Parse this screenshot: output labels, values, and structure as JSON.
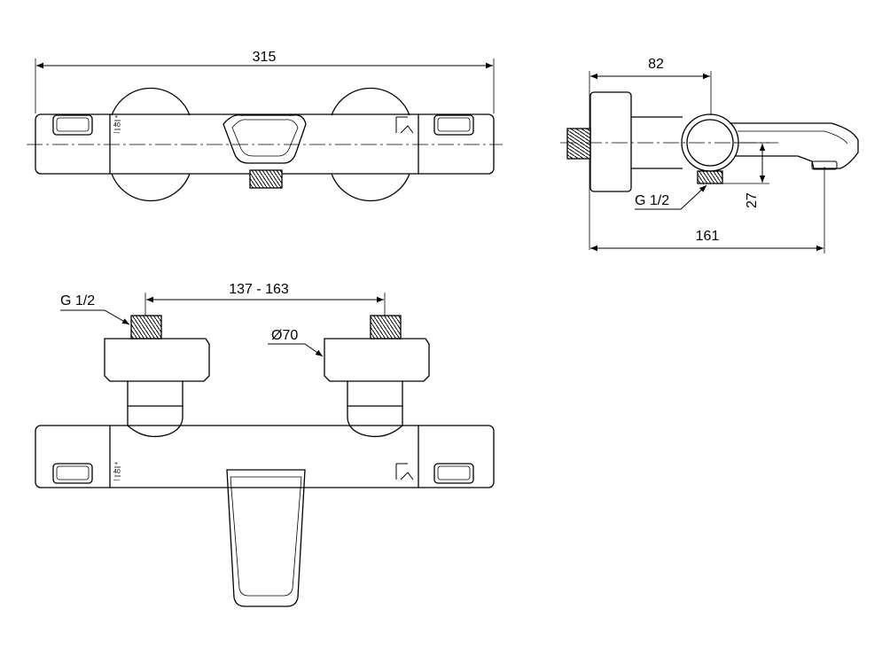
{
  "top_view": {
    "width_label": "315",
    "dial_plus": "+",
    "dial_40": "40",
    "dial_minus": "—"
  },
  "side_view": {
    "depth_label": "82",
    "overall_label": "161",
    "outlet_height_label": "27",
    "outlet_thread_label": "G 1/2"
  },
  "front_view": {
    "centres_label": "137 - 163",
    "inlet_thread_label": "G 1/2",
    "escutcheon_label": "Ø70",
    "dial_plus": "+",
    "dial_40": "40",
    "dial_minus": "—"
  },
  "colors": {
    "line": "#000000",
    "background": "#ffffff"
  }
}
